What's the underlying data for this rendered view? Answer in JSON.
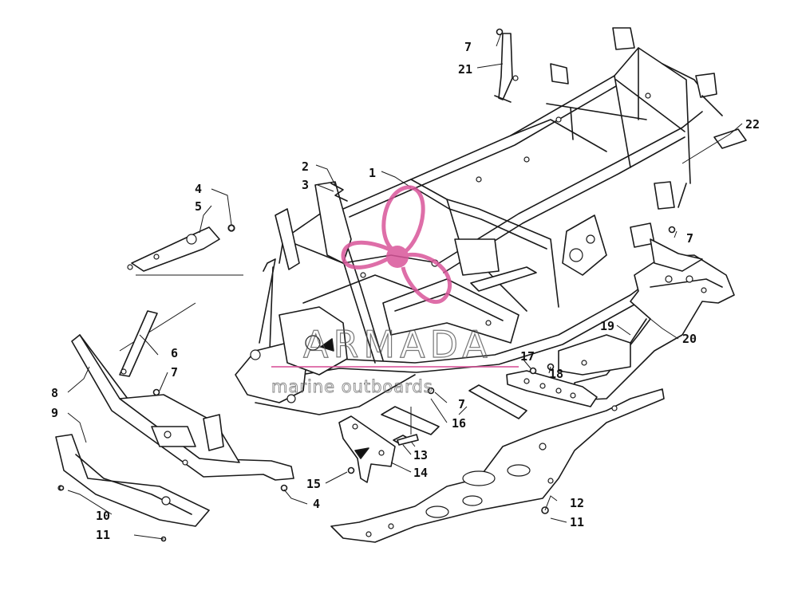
{
  "watermark": {
    "brand": "ARMADA",
    "sub": "marine outboards",
    "color": "#d9559a"
  },
  "callouts": {
    "c1": "1",
    "c2": "2",
    "c3": "3",
    "c4a": "4",
    "c4b": "4",
    "c5": "5",
    "c6": "6",
    "c7a": "7",
    "c7b": "7",
    "c7c": "7",
    "c7d": "7",
    "c8": "8",
    "c9": "9",
    "c10": "10",
    "c11a": "11",
    "c11b": "11",
    "c12": "12",
    "c13": "13",
    "c14": "14",
    "c15": "15",
    "c16": "16",
    "c17": "17",
    "c18": "18",
    "c19": "19",
    "c20": "20",
    "c21": "21",
    "c22": "22"
  }
}
